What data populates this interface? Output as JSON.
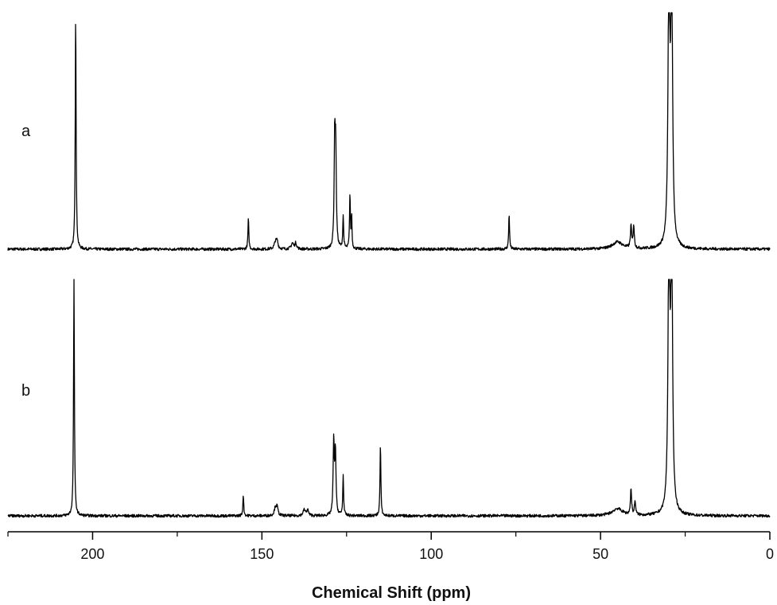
{
  "chart_data": {
    "type": "line",
    "xlabel": "Chemical Shift (ppm)",
    "ylabel": "",
    "xlim": [
      225,
      0
    ],
    "x_reversed": true,
    "x_ticks": [
      200,
      150,
      100,
      50,
      0
    ],
    "grid": false,
    "legend": "none",
    "line_color": "#000000",
    "series": [
      {
        "name": "a",
        "peaks": [
          {
            "x": 205.0,
            "y": 1.0,
            "w": 0.15
          },
          {
            "x": 154.0,
            "y": 0.13,
            "w": 0.15
          },
          {
            "x": 146.0,
            "y": 0.03,
            "w": 0.4
          },
          {
            "x": 145.5,
            "y": 0.03,
            "w": 0.3
          },
          {
            "x": 141.0,
            "y": 0.025,
            "w": 0.4
          },
          {
            "x": 140.0,
            "y": 0.025,
            "w": 0.3
          },
          {
            "x": 128.5,
            "y": 0.44,
            "w": 0.2
          },
          {
            "x": 128.2,
            "y": 0.38,
            "w": 0.2
          },
          {
            "x": 126.0,
            "y": 0.14,
            "w": 0.15
          },
          {
            "x": 124.0,
            "y": 0.23,
            "w": 0.15
          },
          {
            "x": 123.5,
            "y": 0.14,
            "w": 0.12
          },
          {
            "x": 77.0,
            "y": 0.15,
            "w": 0.15
          },
          {
            "x": 45.0,
            "y": 0.03,
            "w": 1.8
          },
          {
            "x": 41.0,
            "y": 0.095,
            "w": 0.2
          },
          {
            "x": 40.2,
            "y": 0.095,
            "w": 0.2
          },
          {
            "x": 29.8,
            "y": 1.2,
            "w": 0.3
          },
          {
            "x": 29.0,
            "y": 1.2,
            "w": 0.3
          }
        ]
      },
      {
        "name": "b",
        "peaks": [
          {
            "x": 205.5,
            "y": 1.0,
            "w": 0.15
          },
          {
            "x": 155.5,
            "y": 0.09,
            "w": 0.15
          },
          {
            "x": 146.0,
            "y": 0.035,
            "w": 0.4
          },
          {
            "x": 145.5,
            "y": 0.03,
            "w": 0.3
          },
          {
            "x": 137.5,
            "y": 0.025,
            "w": 0.4
          },
          {
            "x": 136.5,
            "y": 0.025,
            "w": 0.3
          },
          {
            "x": 128.8,
            "y": 0.31,
            "w": 0.2
          },
          {
            "x": 128.3,
            "y": 0.27,
            "w": 0.2
          },
          {
            "x": 126.0,
            "y": 0.17,
            "w": 0.15
          },
          {
            "x": 115.0,
            "y": 0.3,
            "w": 0.15
          },
          {
            "x": 45.0,
            "y": 0.03,
            "w": 1.8
          },
          {
            "x": 41.0,
            "y": 0.11,
            "w": 0.2
          },
          {
            "x": 39.8,
            "y": 0.06,
            "w": 0.2
          },
          {
            "x": 29.8,
            "y": 1.2,
            "w": 0.3
          },
          {
            "x": 29.0,
            "y": 1.2,
            "w": 0.3
          }
        ]
      }
    ]
  }
}
